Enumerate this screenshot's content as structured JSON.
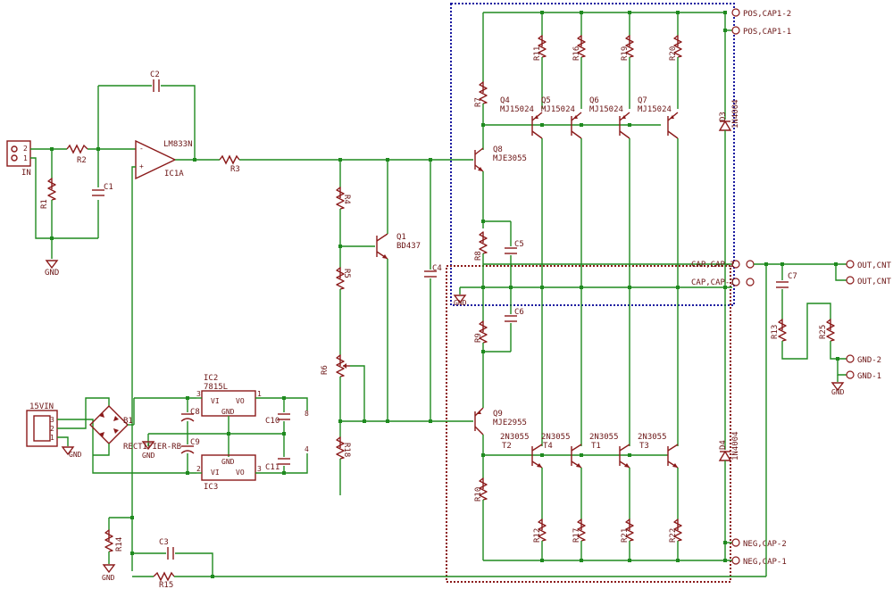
{
  "colors": {
    "wire": "#1f8a1f",
    "component": "#8b1a1a",
    "label": "#6b1515",
    "group_pos": "#1a1aa0",
    "group_neg": "#8b1a1a",
    "background": "#ffffff"
  },
  "labels": {
    "in": "IN",
    "gnd": "GND",
    "r1": "R1",
    "r2": "R2",
    "c1": "C1",
    "c2": "C2",
    "ic1": "LM833N",
    "ic1a": "IC1A",
    "r3": "R3",
    "r4": "R4",
    "r5": "R5",
    "r6": "R6",
    "q1": "Q1",
    "q1_type": "BD437",
    "c4": "C4",
    "r18": "R18",
    "q8": "Q8",
    "q8_type": "MJE3055",
    "q9": "Q9",
    "q9_type": "MJE2955",
    "r7": "R7",
    "r8": "R8",
    "r9": "R9",
    "r10": "R10",
    "c5": "C5",
    "c6": "C6",
    "r11": "R11",
    "r16": "R16",
    "r19": "R19",
    "r20": "R20",
    "q4": "Q4",
    "q5": "Q5",
    "q6": "Q6",
    "q7": "Q7",
    "mj": "MJ15024",
    "t2": "T2",
    "t4": "T4",
    "t1": "T1",
    "t3": "T3",
    "n2n": "2N3055",
    "r12": "R12",
    "r17": "R17",
    "r21": "R21",
    "r22": "R22",
    "d3": "D3",
    "d4": "D4",
    "d_type": "1N4004",
    "pos2": "POS,CAP1-2",
    "pos1": "POS,CAP1-1",
    "cap2": "CAP,CAP-2",
    "cap1": "CAP,CAP-1",
    "neg2": "NEG,CAP-2",
    "neg1": "NEG,CAP-1",
    "out1": "OUT,CNT",
    "out2": "OUT,CNT",
    "gnd2": "GND-2",
    "gnd1": "GND-1",
    "c7": "C7",
    "r13": "R13",
    "r25": "R25",
    "v15": "15VIN",
    "b1": "B1",
    "rect": "RECTIFIER-RB",
    "c8": "C8",
    "c9": "C9",
    "ic2": "IC2",
    "reg_pos": "7815L",
    "ic3": "IC3",
    "vi": "VI",
    "vo": "VO",
    "gndpin": "GND",
    "c10": "C10",
    "c11": "C11",
    "r14": "R14",
    "c3": "C3",
    "r15": "R15",
    "p1": "1",
    "p2": "2",
    "p3": "3",
    "p8": "8",
    "p4": "4",
    "minus": "-",
    "plus": "+"
  }
}
